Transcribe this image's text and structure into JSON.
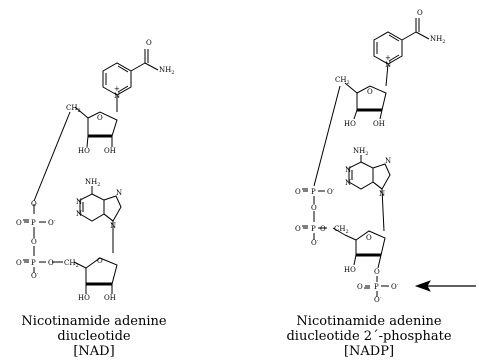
{
  "nad": {
    "caption_line1": "Nicotinamide adenine",
    "caption_line2": "diucleotide",
    "caption_line3": "[NAD]"
  },
  "nadp": {
    "caption_line1": "Nicotinamide adenine",
    "caption_line2": "diucleotide 2´-phosphate",
    "caption_line3": "[NADP]"
  },
  "atoms": {
    "O": "O",
    "N": "N",
    "P": "P",
    "Np": "N",
    "plus": "+",
    "minus": "-",
    "OH": "OH",
    "HO": "HO",
    "H": "H",
    "C": "C",
    "two": "2"
  },
  "arrow": {
    "color": "#000000"
  }
}
